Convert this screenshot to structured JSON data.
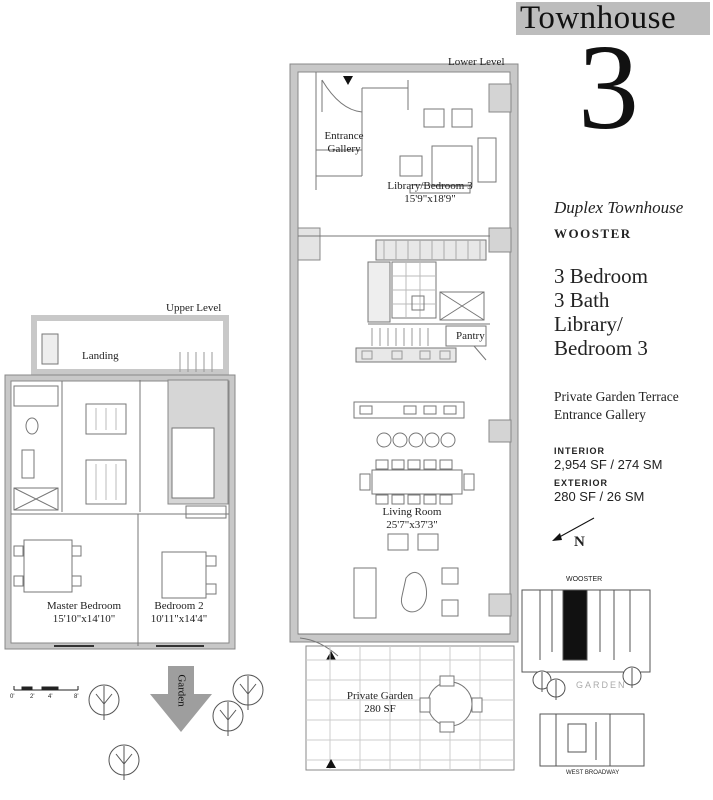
{
  "header": {
    "title": "Townhouse",
    "number": "3",
    "subtitle": "Duplex Townhouse",
    "name": "WOOSTER"
  },
  "summary": {
    "bedrooms": "3 Bedroom",
    "baths": "3 Bath",
    "library_line1": "Library/",
    "library_line2": "Bedroom 3"
  },
  "features": [
    "Private Garden Terrace",
    "Entrance Gallery"
  ],
  "areas": {
    "interior_label": "INTERIOR",
    "interior_value": "2,954 SF / 274 SM",
    "exterior_label": "EXTERIOR",
    "exterior_value": "280 SF / 26 SM"
  },
  "compass": "N",
  "levels": {
    "lower": "Lower Level",
    "upper": "Upper Level"
  },
  "rooms": {
    "entrance_gallery_1": "Entrance",
    "entrance_gallery_2": "Gallery",
    "library_name": "Library/Bedroom 3",
    "library_dim": "15'9\"x18'9\"",
    "pantry": "Pantry",
    "living_name": "Living Room",
    "living_dim": "25'7\"x37'3\"",
    "garden_name": "Private Garden",
    "garden_dim": "280 SF",
    "landing": "Landing",
    "master_name": "Master Bedroom",
    "master_dim": "15'10\"x14'10\"",
    "bed2_name": "Bedroom 2",
    "bed2_dim": "10'11\"x14'4\"",
    "garden_arrow": "Garden"
  },
  "scale_bar": [
    "0'",
    "2'",
    "4'",
    "8'"
  ],
  "site_plan": {
    "street_top": "WOOSTER",
    "garden": "GARDEN",
    "street_bottom": "WEST BROADWAY"
  }
}
